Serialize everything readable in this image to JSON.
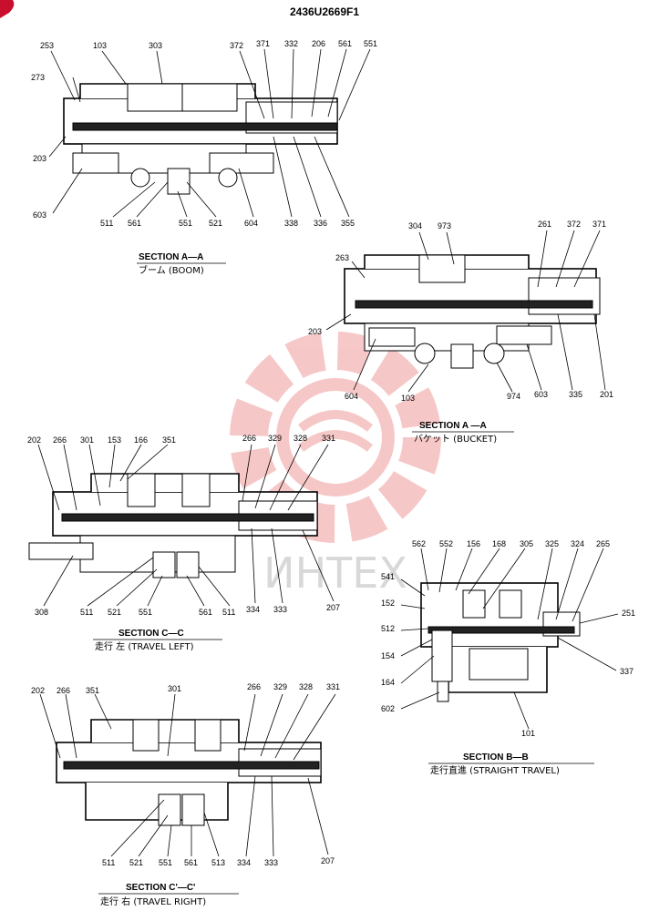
{
  "header": {
    "doc_number": "2436U2669F1"
  },
  "watermark": {
    "text": "ИНТЕХ",
    "color": "#e23a3a"
  },
  "corner_mark_color": "#c8102e",
  "sections": {
    "aa_boom": {
      "caption1": "SECTION  A—A",
      "caption2": "ブーム (BOOM)",
      "labels": [
        "253",
        "103",
        "303",
        "372",
        "371",
        "332",
        "206",
        "561",
        "551",
        "273",
        "203",
        "603",
        "511",
        "561",
        "551",
        "521",
        "604",
        "338",
        "336",
        "355"
      ]
    },
    "aa_bucket": {
      "caption1": "SECTION  A —A",
      "caption2": "バケット (BUCKET)",
      "labels": [
        "304",
        "973",
        "261",
        "372",
        "371",
        "263",
        "203",
        "604",
        "103",
        "974",
        "603",
        "335",
        "201"
      ]
    },
    "cc_left": {
      "caption1": "SECTION  C—C",
      "caption2": "走行 左 (TRAVEL LEFT)",
      "labels": [
        "202",
        "266",
        "301",
        "153",
        "166",
        "351",
        "266",
        "329",
        "328",
        "331",
        "308",
        "511",
        "521",
        "551",
        "561",
        "511",
        "334",
        "333",
        "207"
      ]
    },
    "bb_straight": {
      "caption1": "SECTION  B—B",
      "caption2": "走行直進 (STRAIGHT TRAVEL)",
      "labels": [
        "562",
        "552",
        "156",
        "168",
        "305",
        "325",
        "324",
        "265",
        "541",
        "152",
        "512",
        "251",
        "154",
        "164",
        "337",
        "602",
        "101"
      ]
    },
    "cc_right": {
      "caption1": "SECTION  C'—C'",
      "caption2": "走行 右 (TRAVEL RIGHT)",
      "labels": [
        "202",
        "266",
        "351",
        "301",
        "266",
        "329",
        "328",
        "331",
        "511",
        "521",
        "551",
        "561",
        "513",
        "334",
        "333",
        "207"
      ]
    }
  }
}
